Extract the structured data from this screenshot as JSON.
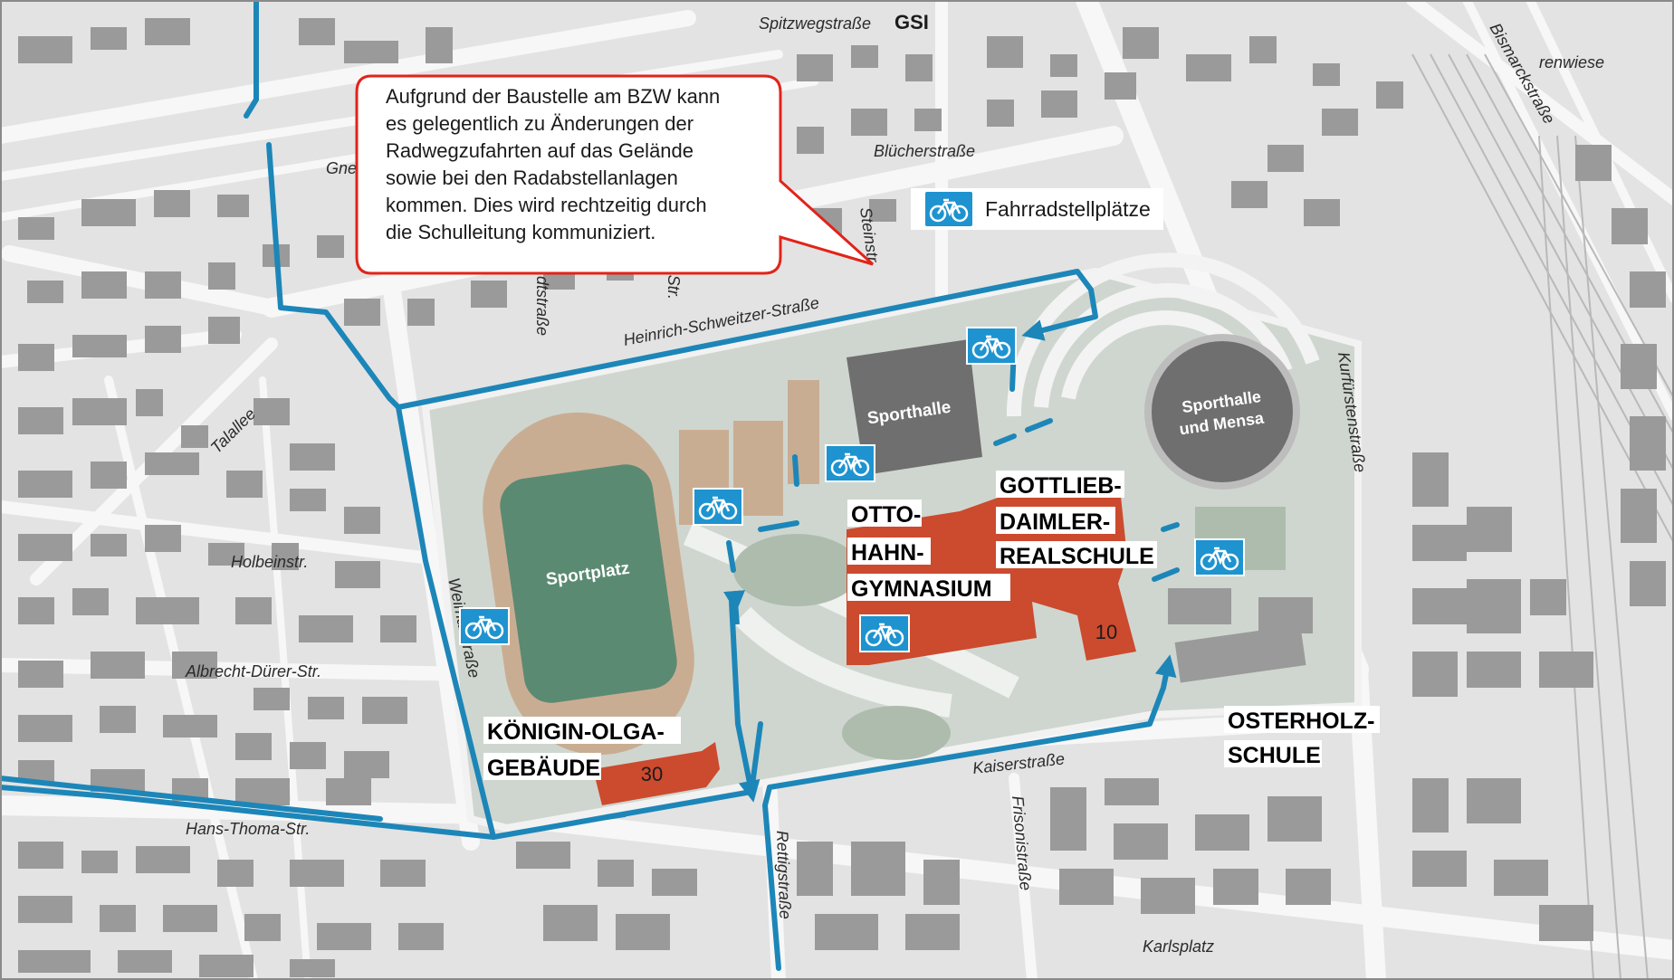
{
  "colors": {
    "background": "#e3e3e3",
    "building": "#9a9a9a",
    "campus": "#cfd6cf",
    "track": "#c9ad93",
    "field": "#5b8a73",
    "school_building": "#cc4a2e",
    "hall": "#6f6f6f",
    "route": "#1d86b8",
    "bike_sign": "#1e93cf",
    "callout_border": "#e2231a"
  },
  "callout": {
    "lines": [
      "Aufgrund der Baustelle am BZW kann",
      "es gelegentlich zu Änderungen der",
      "Radwegzufahrten auf das Gelände",
      "sowie bei den Radabstellanlagen",
      "kommen. Dies wird rechtzeitig durch",
      "die Schulleitung kommuniziert."
    ]
  },
  "legend": {
    "icon": "bicycle-icon",
    "label": "Fahrradstellplätze"
  },
  "streets": {
    "spitzweg": "Spitzwegstraße",
    "gsi": "GSI",
    "bluecher": "Blücherstraße",
    "bismarck": "Bismarckstraße",
    "wiese": "renwiese",
    "heinrich": "Heinrich-Schweitzer-Straße",
    "talallee": "Talallee",
    "holbein": "Holbeinstr.",
    "weimar": "Weimarstraße",
    "albrecht": "Albrecht-Dürer-Str.",
    "hans": "Hans-Thoma-Str.",
    "kaiser": "Kaiserstraße",
    "frison": "Frisonistraße",
    "rettig": "Rettigstraße",
    "karlsplatz": "Karlsplatz",
    "kurfuersten": "Kurfürstenstraße",
    "stein": "Steinstr.",
    "gne": "Gne",
    "dt": "dtstraße",
    "er": "er-Str."
  },
  "places": {
    "sportplatz": "Sportplatz",
    "sporthalle": "Sporthalle",
    "mensa_line1": "Sporthalle",
    "mensa_line2": "und Mensa",
    "otto_1": "OTTO-",
    "otto_2": "HAHN-",
    "otto_3": "GYMNASIUM",
    "gottlieb_1": "GOTTLIEB-",
    "gottlieb_2": "DAIMLER-",
    "gottlieb_3": "REALSCHULE",
    "olga_1": "KÖNIGIN-OLGA-",
    "olga_2": "GEBÄUDE",
    "oster_1": "OSTERHOLZ-",
    "oster_2": "SCHULE",
    "num_10": "10",
    "num_30": "30"
  }
}
